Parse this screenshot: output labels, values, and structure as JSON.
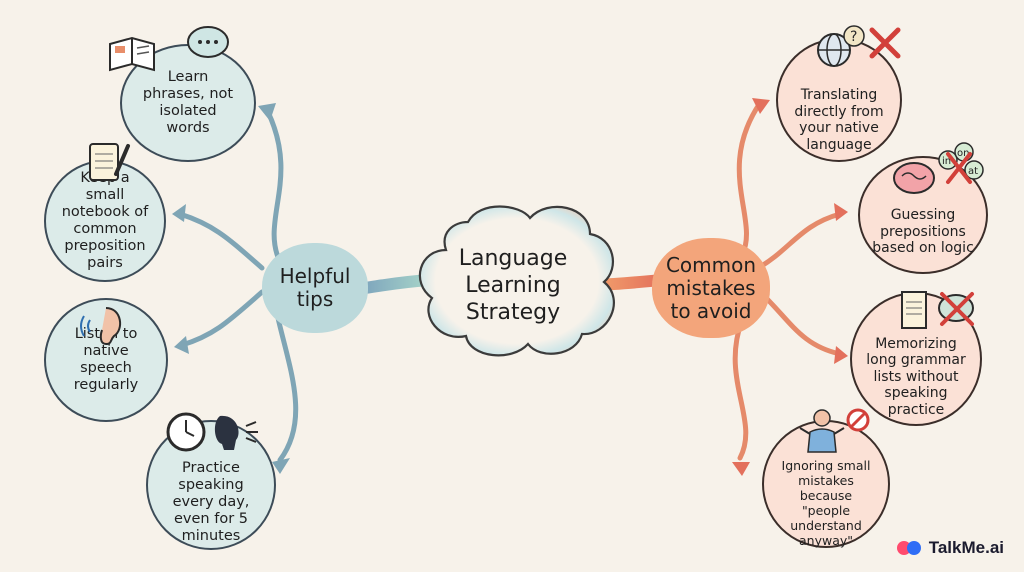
{
  "center": {
    "title": "Language Learning Strategy"
  },
  "tips": {
    "hub_label": "Helpful tips",
    "items": [
      {
        "text": "Learn phrases, not isolated words",
        "icon": "book-and-speech-bubble-icon"
      },
      {
        "text": "Keep a small notebook of common preposition pairs",
        "icon": "notebook-pencil-icon"
      },
      {
        "text": "Listen to native speech regularly",
        "icon": "ear-icon"
      },
      {
        "text": "Practice speaking every day, even for 5 minutes",
        "icon": "clock-speaking-head-icon"
      }
    ]
  },
  "mistakes": {
    "hub_label": "Common mistakes to avoid",
    "items": [
      {
        "text": "Translating directly from your native language",
        "icon": "globe-question-cross-icon"
      },
      {
        "text": "Guessing prepositions based on logic",
        "icon": "brain-prepositions-icon"
      },
      {
        "text": "Memorizing long grammar lists without speaking practice",
        "icon": "scroll-speech-cross-icon"
      },
      {
        "text": "Ignoring small mistakes because \"people understand anyway\"",
        "icon": "shrug-person-no-icon"
      }
    ]
  },
  "preposition_badges": [
    "in",
    "on",
    "at"
  ],
  "brand": {
    "name": "TalkMe.ai"
  },
  "colors": {
    "background": "#f7f2ea",
    "tips_fill": "#dcebe9",
    "tips_hub": "#bcd9db",
    "tips_branch": "#6e9cb0",
    "mistakes_fill": "#fbe1d6",
    "mistakes_hub": "#f3a57b",
    "mistakes_branch": "#e46f52"
  }
}
